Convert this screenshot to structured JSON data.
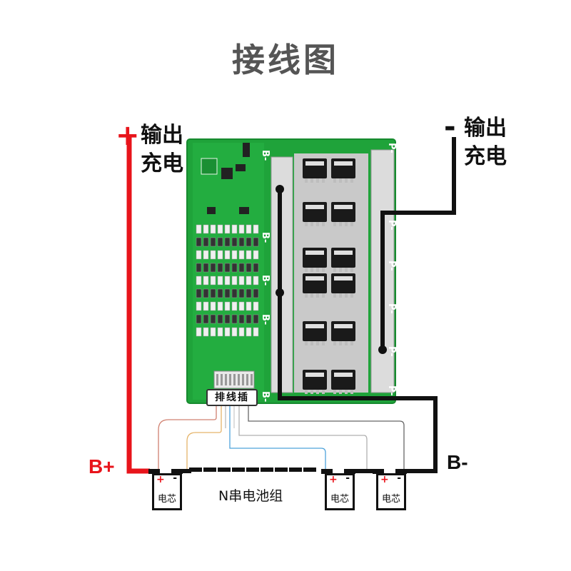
{
  "title": "接线图",
  "labels": {
    "positive_sign": "+",
    "negative_sign": "-",
    "output_pos": "输出",
    "charge_pos": "充电",
    "output_neg": "输出",
    "charge_neg": "充电",
    "b_plus": "B+",
    "b_minus": "B-",
    "connector": "排线插",
    "chain": "N串电池组"
  },
  "cells": [
    {
      "label": "电芯",
      "plus": "+",
      "minus": "-"
    },
    {
      "label": "电芯",
      "plus": "+",
      "minus": "-"
    },
    {
      "label": "电芯",
      "plus": "+",
      "minus": "-"
    }
  ],
  "board_markings": {
    "b_pads": [
      "B-",
      "B-",
      "B-",
      "B-",
      "B-"
    ],
    "p_pads": [
      "P-",
      "P-",
      "P-",
      "P-",
      "P-",
      "P-"
    ]
  },
  "colors": {
    "positive_wire": "#e8141b",
    "negative_wire": "#111111",
    "pcb": "#1fa33a",
    "title": "#555555"
  }
}
